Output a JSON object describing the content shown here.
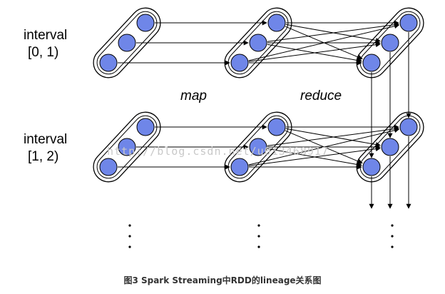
{
  "labels": {
    "interval1_line1": "interval",
    "interval1_line2": "[0, 1)",
    "interval2_line1": "interval",
    "interval2_line2": "[1, 2)",
    "map": "map",
    "reduce": "reduce"
  },
  "watermark": "http://blog.csdn.net/u013468917",
  "caption": "图3 Spark Streaming中RDD的lineage关系图",
  "colors": {
    "partition_fill": "#6f86e8",
    "outline": "#000000"
  }
}
